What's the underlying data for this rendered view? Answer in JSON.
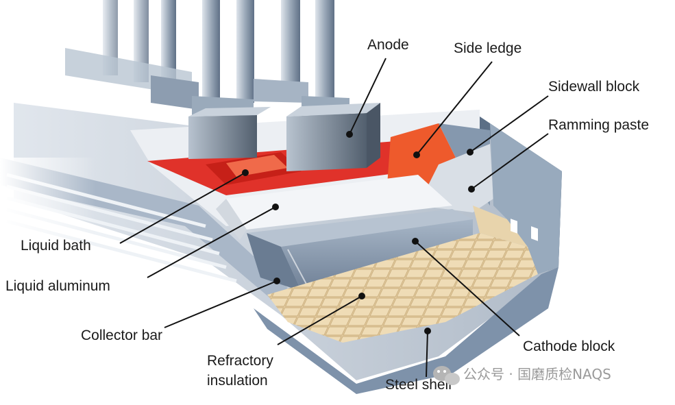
{
  "labels": {
    "anode": "Anode",
    "side_ledge": "Side ledge",
    "sidewall_block": "Sidewall block",
    "ramming_paste": "Ramming paste",
    "liquid_bath": "Liquid bath",
    "liquid_aluminum": "Liquid aluminum",
    "collector_bar": "Collector bar",
    "refractory_line1": "Refractory",
    "refractory_line2": "insulation",
    "cathode_block": "Cathode block",
    "steel_shell": "Steel shell"
  },
  "watermark": {
    "text": "公众号 · 国磨质检NAQS"
  },
  "colors": {
    "steel": "#7f93ab",
    "bath_red": "#e0322a",
    "ledge_orange": "#ee5a2c",
    "aluminum": "#e4e8ee",
    "cathode": "#8a9fb6",
    "refractory": "#e2c99b"
  }
}
